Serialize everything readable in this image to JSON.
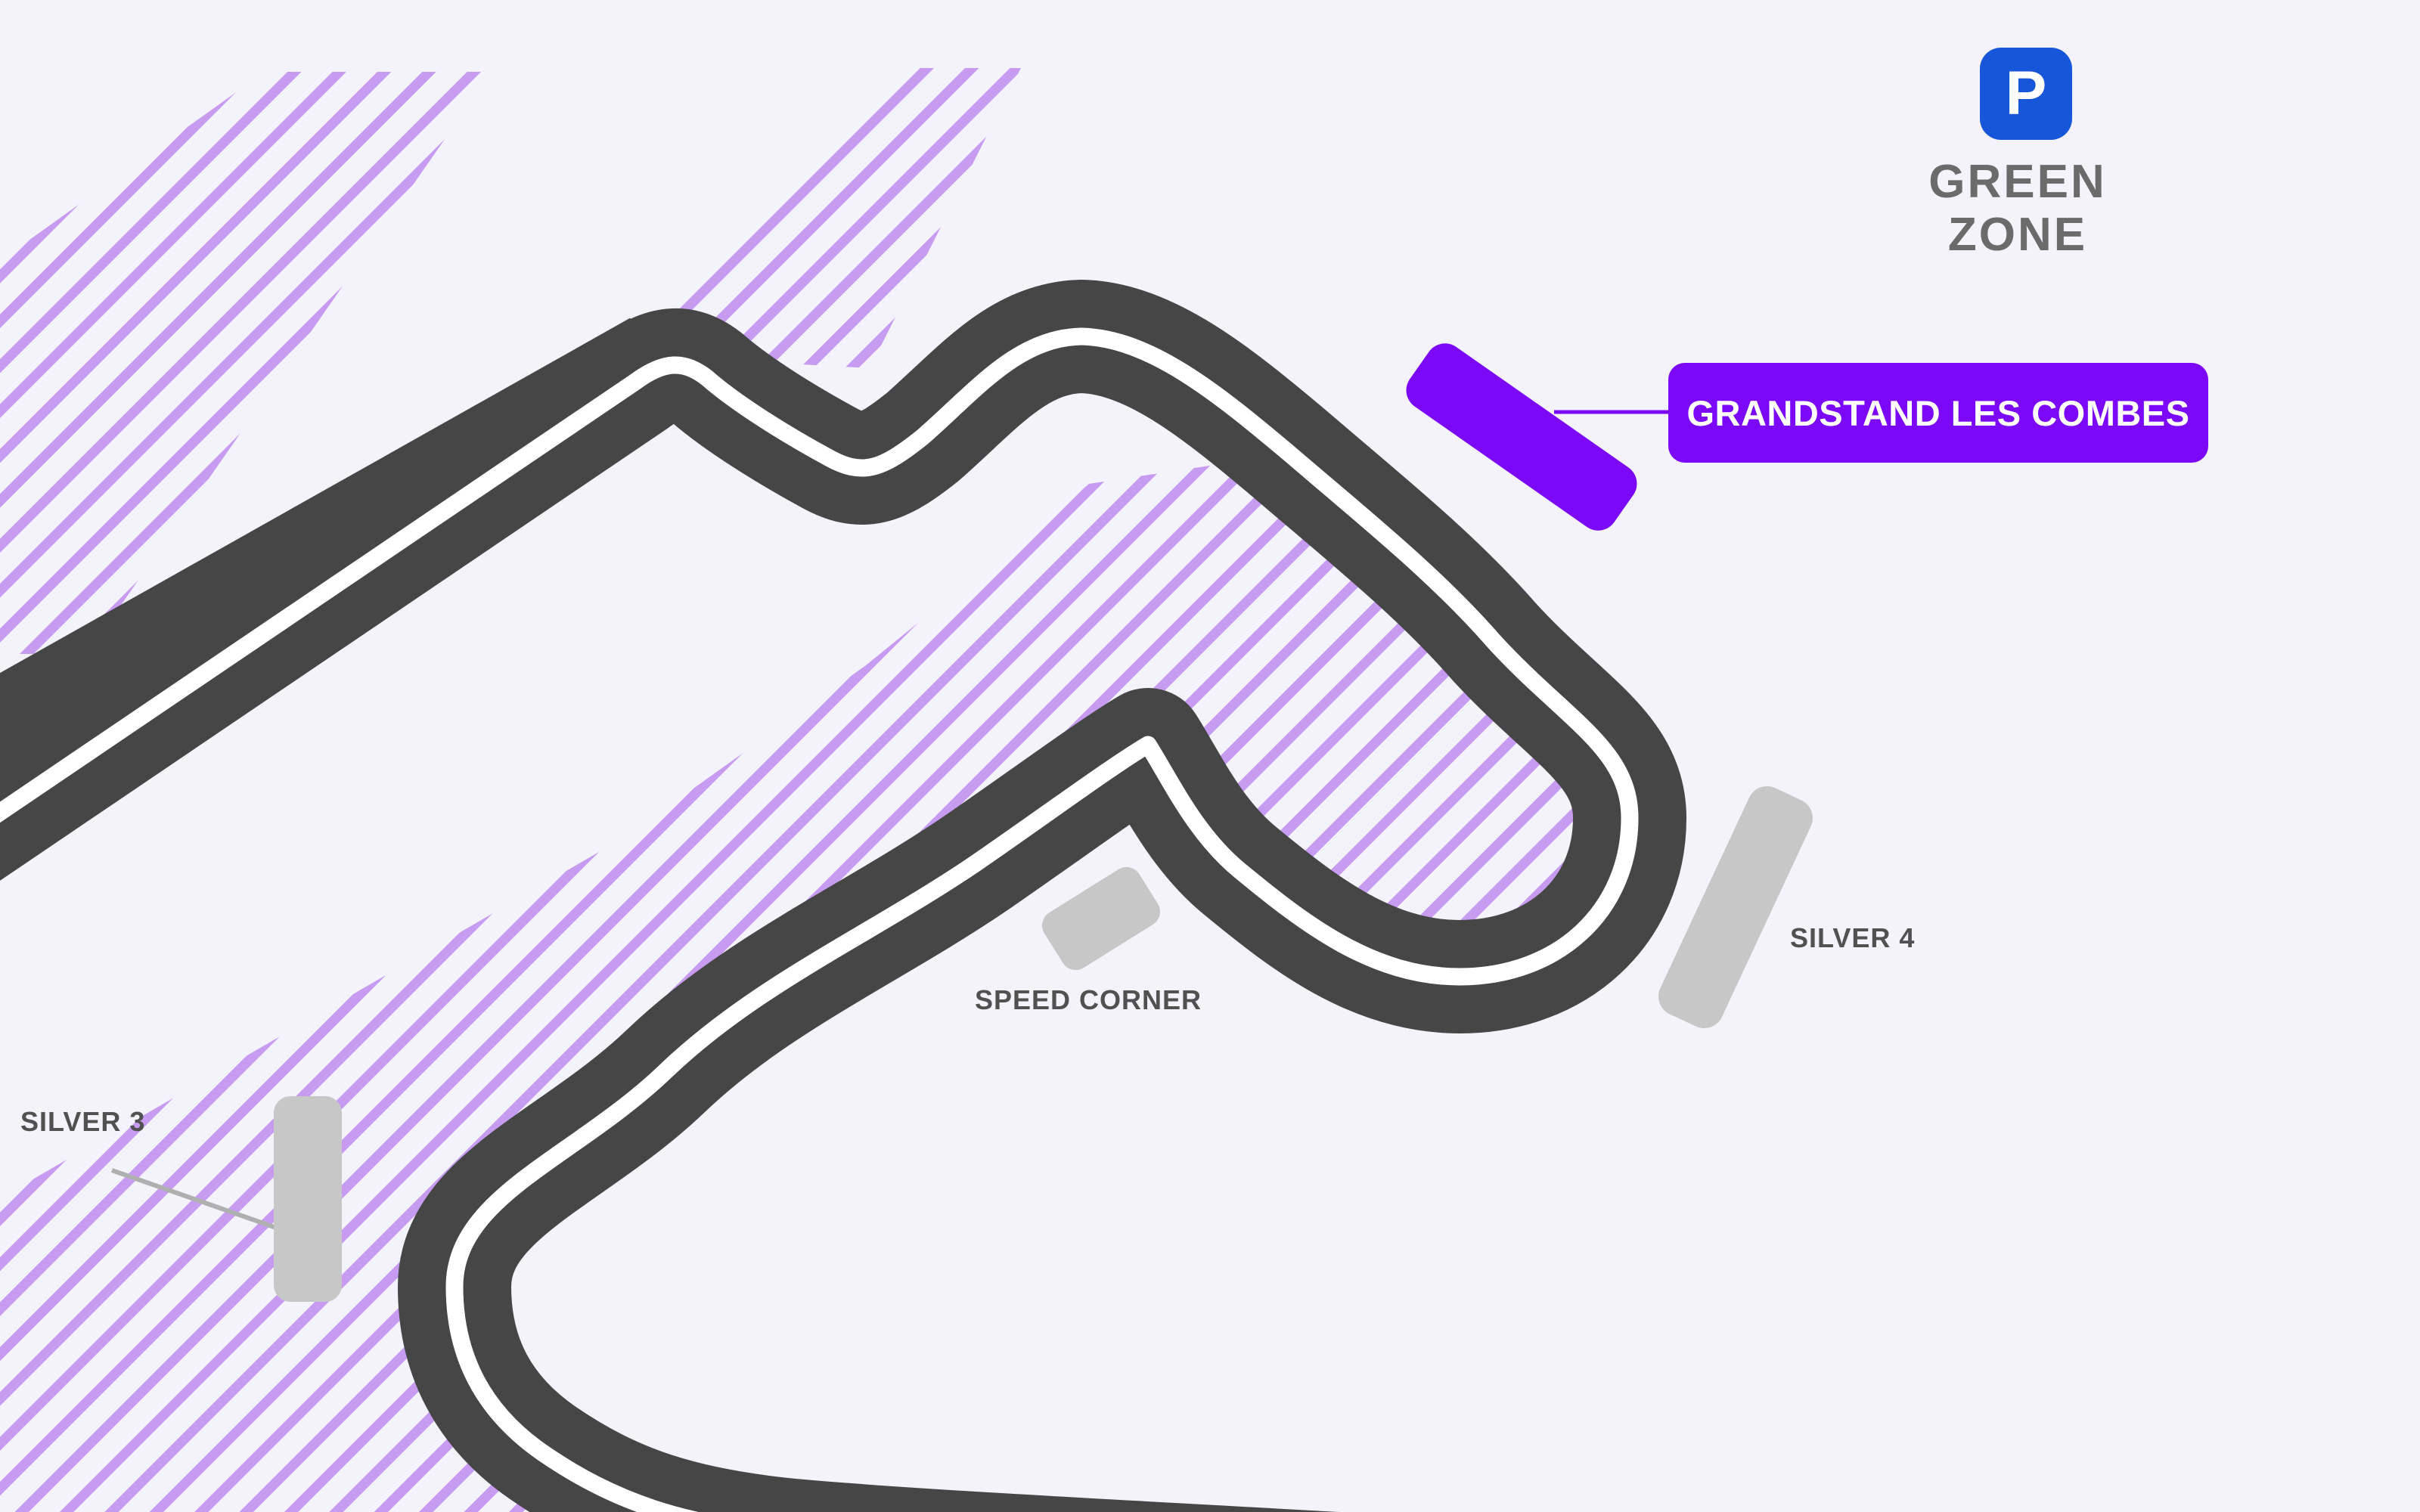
{
  "colors": {
    "bg": "#F4F2FB",
    "road": "#464646",
    "centerline": "#FFFFFF",
    "hatch": "#C79CF0",
    "stand-gray": "#C7C7C7",
    "brand-purple": "#7B09F8",
    "label-gray": "#515151",
    "zone-gray": "#6B6B6B",
    "parking-blue": "#1856D9",
    "connector-gray": "#AFAFAF"
  },
  "parking": {
    "badge_letter": "P",
    "zone_line1": "GREEN",
    "zone_line2": "ZONE"
  },
  "callout": {
    "text": "GRANDSTAND LES COMBES"
  },
  "stands": {
    "silver3": {
      "label": "SILVER 3"
    },
    "silver4": {
      "label": "SILVER 4"
    },
    "speed_corner": {
      "label": "SPEED CORNER"
    },
    "les_combes": {
      "label": "GRANDSTAND LES COMBES"
    }
  }
}
